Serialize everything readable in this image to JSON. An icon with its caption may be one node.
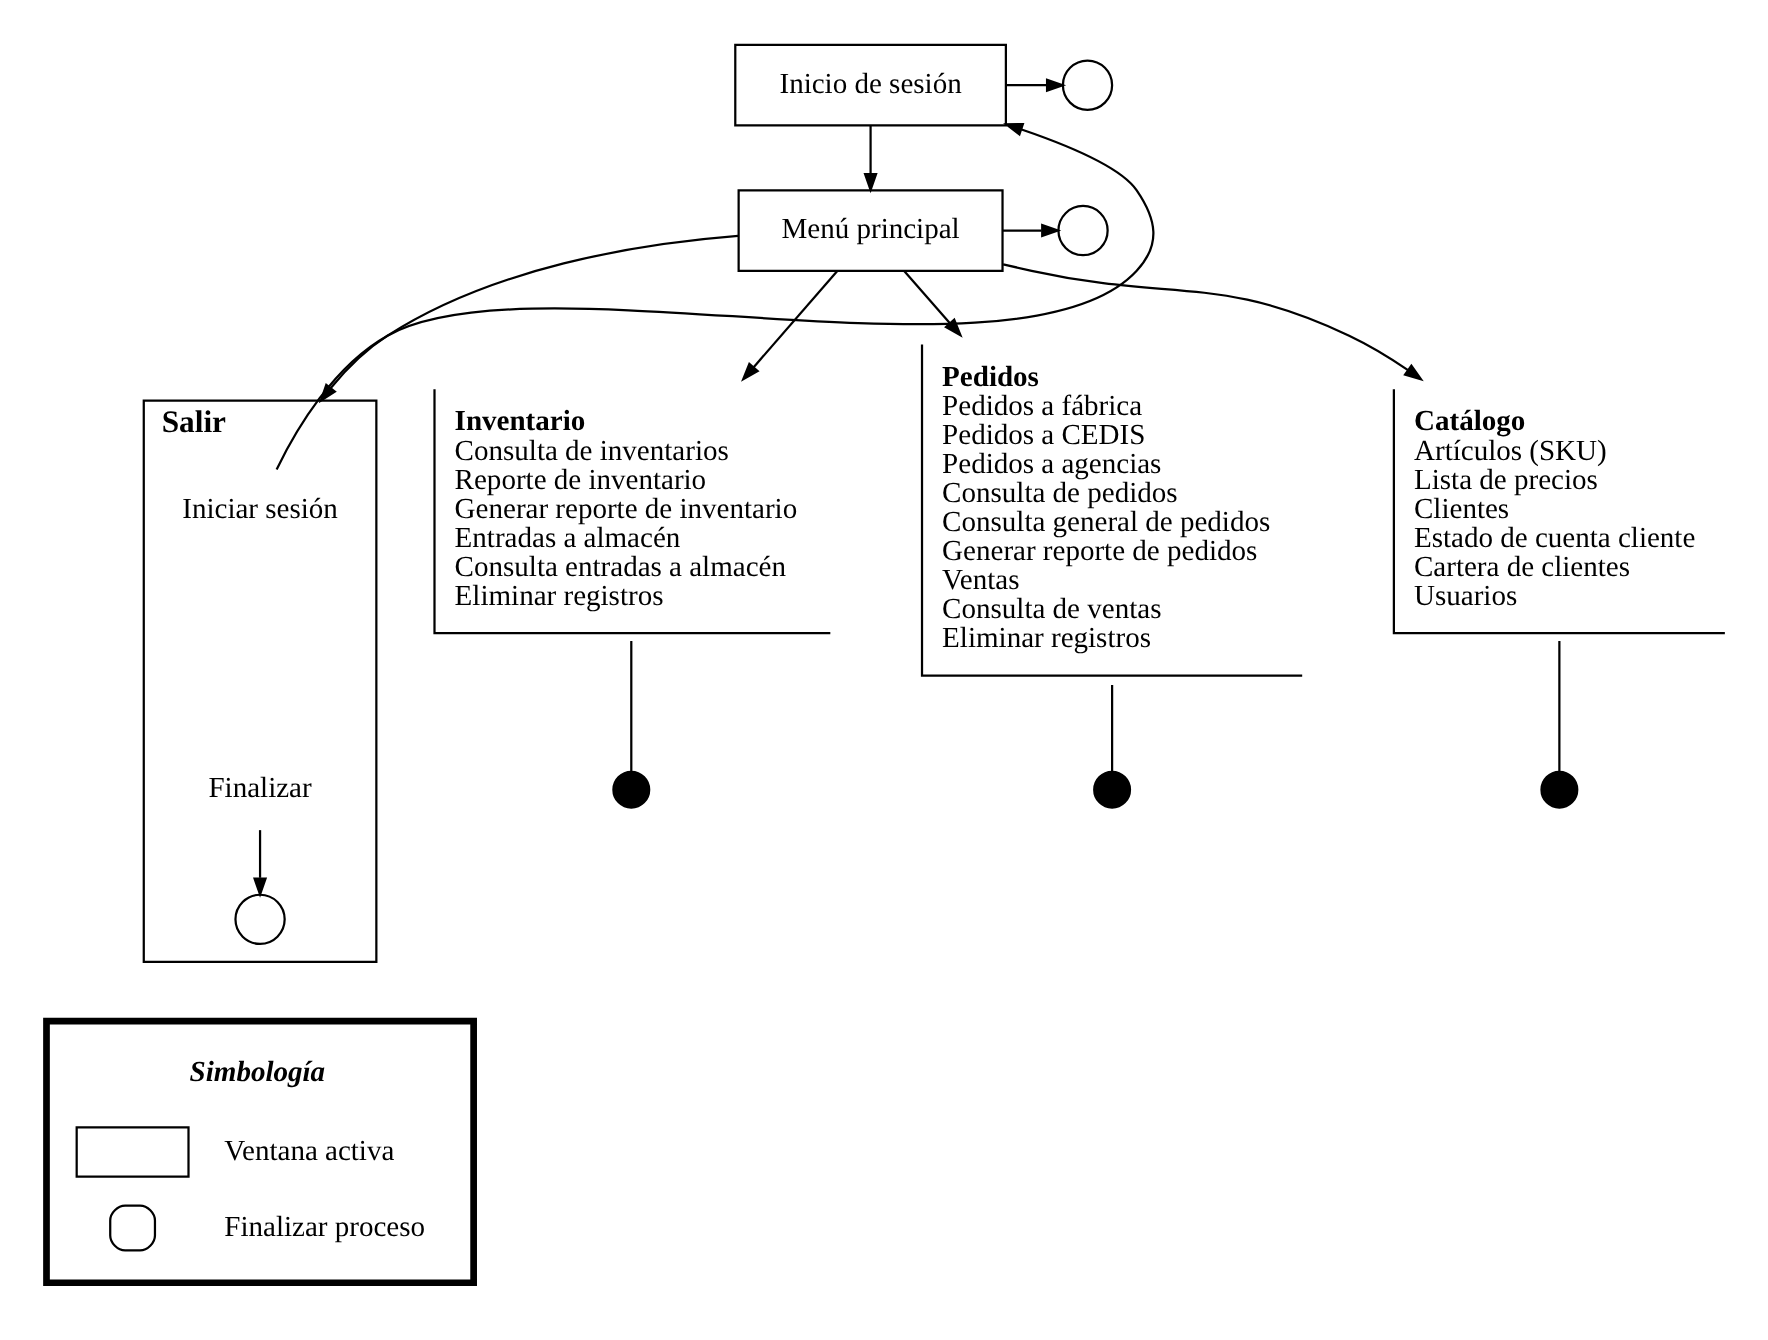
{
  "diagram": {
    "nodes": [
      {
        "text": [
          "Inicio de sesión"
        ]
      },
      {
        "text": [],
        "shape": "circle"
      },
      {
        "text": [
          "Menú principal"
        ]
      },
      {
        "text": [],
        "shape": "circle"
      },
      {
        "text": [
          "Salir"
        ]
      },
      {
        "text": [
          "Iniciar sesión"
        ],
        "in": 4
      },
      {
        "text": [
          "Finalizar"
        ],
        "in": 4
      },
      {
        "text": [],
        "shape": "circle",
        "in": 4
      },
      {
        "text": [
          "Inventario",
          "Consulta de inventarios",
          "Reporte de inventario",
          "Generar reporte de inventario",
          "Entradas a almacén",
          "Consulta entradas a almacén",
          "Eliminar registros"
        ]
      },
      {
        "text": [],
        "shape": "circle"
      },
      {
        "text": [
          "Pedidos",
          "Pedidos a fábrica",
          "Pedidos a CEDIS",
          "Pedidos a agencias",
          "Consulta de pedidos",
          "Consulta general de pedidos",
          "Generar reporte de pedidos",
          "Ventas",
          "Consulta de ventas",
          "Eliminar registros"
        ]
      },
      {
        "text": [],
        "shape": "circle"
      },
      {
        "text": [
          "Catálogo",
          "Artículos (SKU)",
          "Lista de precios",
          "Clientes",
          "Estado de cuenta cliente",
          "Cartera de clientes",
          "Usuarios"
        ]
      },
      {
        "text": [],
        "shape": "circle"
      }
    ],
    "edges": [
      {
        "from": 0,
        "to": 1,
        "arrow": "to"
      },
      {
        "from": 0,
        "to": 2,
        "arrow": "to"
      },
      {
        "from": 2,
        "to": 3,
        "arrow": "to"
      },
      {
        "from": 2,
        "to": 4,
        "arrow": "to"
      },
      {
        "from": 2,
        "to": 8,
        "arrow": "to"
      },
      {
        "from": 2,
        "to": 10,
        "arrow": "to"
      },
      {
        "from": 2,
        "to": 12,
        "arrow": "to"
      },
      {
        "from": 5,
        "to": 0,
        "arrow": "to"
      },
      {
        "from": 6,
        "to": 7,
        "arrow": "to"
      },
      {
        "from": 8,
        "to": 9,
        "arrow": "none"
      },
      {
        "from": 10,
        "to": 11,
        "arrow": "none"
      },
      {
        "from": 12,
        "to": 13,
        "arrow": "none"
      }
    ],
    "labels": [
      "Simbología"
    ],
    "legend": [
      {
        "text": "Ventana activa"
      },
      {
        "text": "Finalizar proceso"
      }
    ]
  }
}
